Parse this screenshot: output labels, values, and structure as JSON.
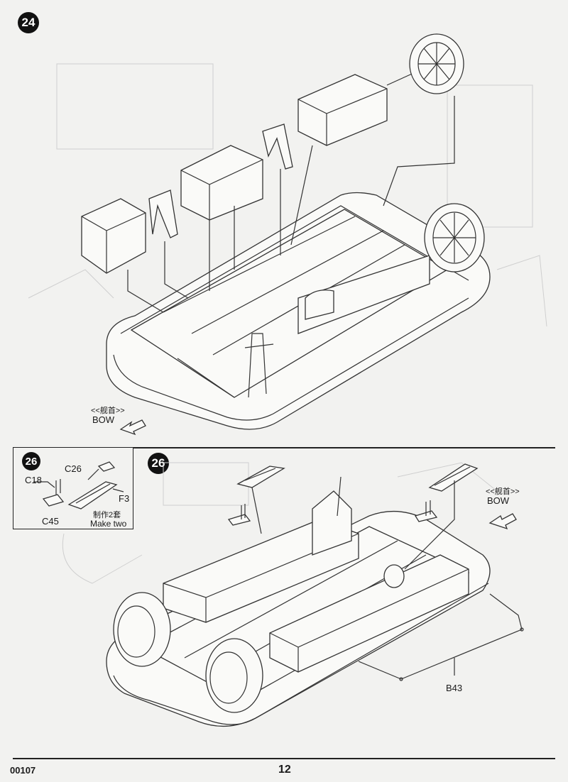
{
  "step24": {
    "number": "24",
    "bow_cn": "<<舰首>>",
    "bow_en": "BOW"
  },
  "substep": {
    "number": "26",
    "parts": [
      "C26",
      "C18",
      "F3",
      "C45"
    ],
    "note_cn": "制作2套",
    "note_en": "Make two"
  },
  "step26": {
    "number": "26",
    "bow_cn": "<<舰首>>",
    "bow_en": "BOW",
    "part": "B43"
  },
  "footer": {
    "code": "00107",
    "page": "12"
  }
}
